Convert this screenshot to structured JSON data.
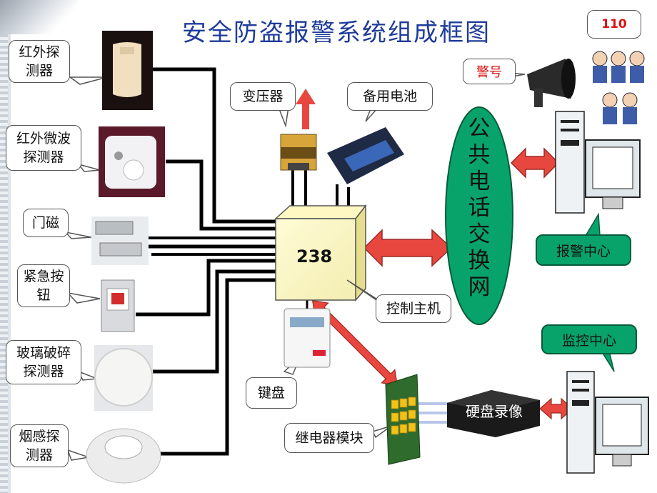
{
  "diagram": {
    "title": "安全防盗报警系统组成框图",
    "detectors": [
      {
        "label": "红外探\n测器"
      },
      {
        "label": "红外微波\n探测器"
      },
      {
        "label": "门磁"
      },
      {
        "label": "紧急按\n钮"
      },
      {
        "label": "玻璃破碎\n探测器"
      },
      {
        "label": "烟感探\n测器"
      }
    ],
    "transformer": "变压器",
    "battery": "备用电池",
    "host_number": "238",
    "host_label": "控制主机",
    "keypad": "键盘",
    "relay": "继电器模块",
    "hdd": "硬盘录像",
    "network": "公共电话交换网",
    "alarm_center": "报警中心",
    "monitor_center": "监控中心",
    "siren": "警号",
    "police": "110"
  },
  "colors": {
    "title": "#1f3c9a",
    "arrow": "#e8473f",
    "ellipse": "#08a36a",
    "wire": "#000000"
  }
}
